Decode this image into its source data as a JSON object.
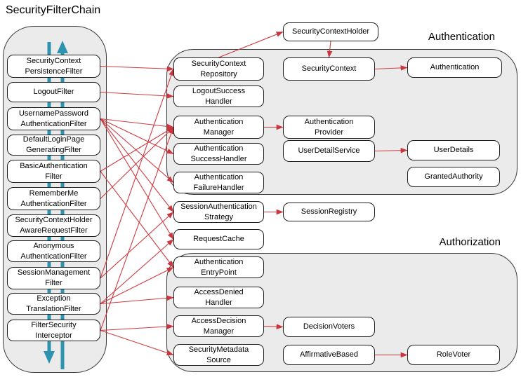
{
  "title": "SecurityFilterChain",
  "section_labels": {
    "authentication": "Authentication",
    "authorization": "Authorization"
  },
  "colors": {
    "arrow_red": "#cd3b42",
    "flow_teal": "#2d93ae",
    "container_fill": "#ebebeb"
  },
  "nodes": {
    "scpf": {
      "label": "SecurityContext\nPersistenceFilter"
    },
    "logout": {
      "label": "LogoutFilter"
    },
    "upaf": {
      "label": "UsernamePassword\nAuthenticationFilter"
    },
    "dlpgf": {
      "label": "DefaultLoginPage\nGeneratingFilter"
    },
    "baf": {
      "label": "BasicAuthentication\nFilter"
    },
    "rmaf": {
      "label": "RememberMe\nAuthenticationFilter"
    },
    "schar": {
      "label": "SecurityContextHolder\nAwareRequestFilter"
    },
    "anon": {
      "label": "Anonymous\nAuthenticationFilter"
    },
    "smf": {
      "label": "SessionManagement\nFilter"
    },
    "etf": {
      "label": "Exception\nTranslationFilter"
    },
    "fsi": {
      "label": "FilterSecurity\nInterceptor"
    },
    "sch": {
      "label": "SecurityContextHolder"
    },
    "scr": {
      "label": "SecurityContext\nRepository"
    },
    "lsh": {
      "label": "LogoutSuccess\nHandler"
    },
    "am": {
      "label": "Authentication\nManager"
    },
    "ash": {
      "label": "Authentication\nSuccessHandler"
    },
    "afh": {
      "label": "Authentication\nFailureHandler"
    },
    "sas": {
      "label": "SessionAuthentication\nStrategy"
    },
    "rc": {
      "label": "RequestCache"
    },
    "aep": {
      "label": "Authentication\nEntryPoint"
    },
    "adh": {
      "label": "AccessDenied\nHandler"
    },
    "adm": {
      "label": "AccessDecision\nManager"
    },
    "sms": {
      "label": "SecurityMetadata\nSource"
    },
    "sc": {
      "label": "SecurityContext"
    },
    "ap": {
      "label": "Authentication\nProvider"
    },
    "uds": {
      "label": "UserDetailService"
    },
    "sreg": {
      "label": "SessionRegistry"
    },
    "dv": {
      "label": "DecisionVoters"
    },
    "ab": {
      "label": "AffirmativeBased"
    },
    "auth": {
      "label": "Authentication"
    },
    "ud": {
      "label": "UserDetails"
    },
    "ga": {
      "label": "GrantedAuthority"
    },
    "rv": {
      "label": "RoleVoter"
    }
  },
  "edges": [
    [
      "scpf",
      "scr"
    ],
    [
      "scr",
      "sch"
    ],
    [
      "sch",
      "sc"
    ],
    [
      "sc",
      "auth"
    ],
    [
      "logout",
      "lsh"
    ],
    [
      "upaf",
      "am"
    ],
    [
      "upaf",
      "ash"
    ],
    [
      "upaf",
      "afh"
    ],
    [
      "upaf",
      "sas"
    ],
    [
      "upaf",
      "rc"
    ],
    [
      "baf",
      "am"
    ],
    [
      "baf",
      "aep"
    ],
    [
      "rmaf",
      "am"
    ],
    [
      "smf",
      "scr"
    ],
    [
      "smf",
      "sas"
    ],
    [
      "etf",
      "rc"
    ],
    [
      "etf",
      "aep"
    ],
    [
      "etf",
      "adh"
    ],
    [
      "fsi",
      "am"
    ],
    [
      "fsi",
      "adm"
    ],
    [
      "fsi",
      "sms"
    ],
    [
      "am",
      "ap"
    ],
    [
      "uds",
      "ud"
    ],
    [
      "sas",
      "sreg"
    ],
    [
      "adm",
      "dv"
    ],
    [
      "ab",
      "rv"
    ]
  ]
}
